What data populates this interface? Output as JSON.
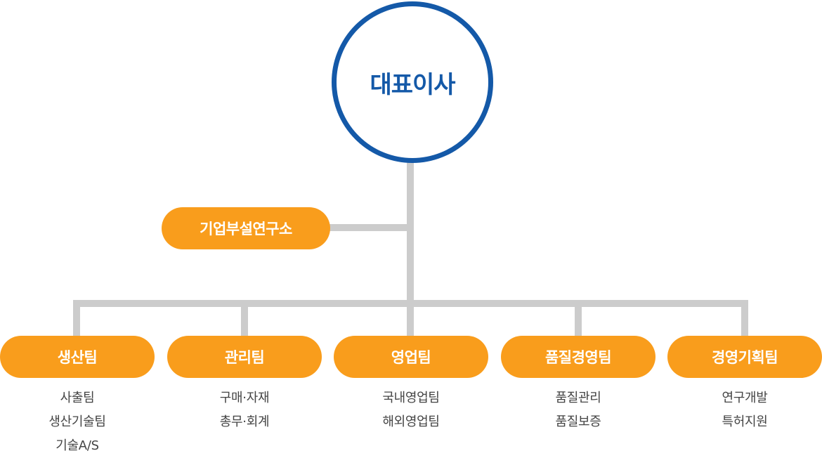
{
  "colors": {
    "ceo": "#1459a8",
    "pill": "#f99d1c",
    "connector": "#cccccc",
    "text": "#444444"
  },
  "ceo": {
    "label": "대표이사"
  },
  "lab": {
    "label": "기업부설연구소"
  },
  "teams": [
    {
      "label": "생산팀",
      "subs": [
        "사출팀",
        "생산기술팀",
        "기술A/S"
      ]
    },
    {
      "label": "관리팀",
      "subs": [
        "구매·자재",
        "총무·회계"
      ]
    },
    {
      "label": "영업팀",
      "subs": [
        "국내영업팀",
        "해외영업팀"
      ]
    },
    {
      "label": "품질경영팀",
      "subs": [
        "품질관리",
        "품질보증"
      ]
    },
    {
      "label": "경영기획팀",
      "subs": [
        "연구개발",
        "특허지원"
      ]
    }
  ]
}
